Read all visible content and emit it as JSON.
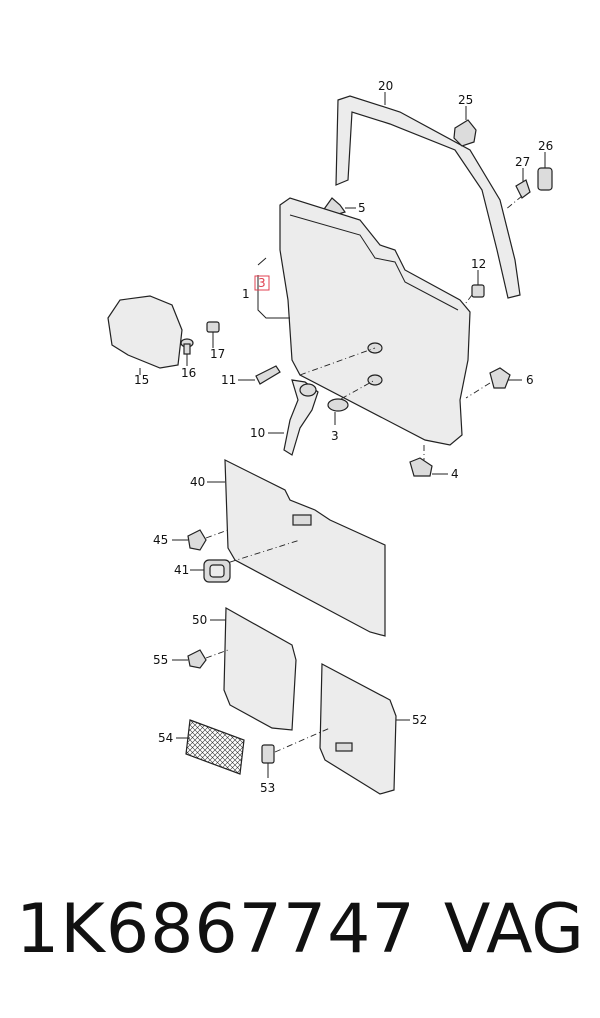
{
  "callouts": [
    {
      "id": "c20",
      "label": "20"
    },
    {
      "id": "c25",
      "label": "25"
    },
    {
      "id": "c26",
      "label": "26"
    },
    {
      "id": "c27",
      "label": "27"
    },
    {
      "id": "c5",
      "label": "5"
    },
    {
      "id": "c12",
      "label": "12"
    },
    {
      "id": "c1",
      "label": "1"
    },
    {
      "id": "c3box",
      "label": "3"
    },
    {
      "id": "c15",
      "label": "15"
    },
    {
      "id": "c16",
      "label": "16"
    },
    {
      "id": "c17",
      "label": "17"
    },
    {
      "id": "c11",
      "label": "11"
    },
    {
      "id": "c6",
      "label": "6"
    },
    {
      "id": "c10",
      "label": "10"
    },
    {
      "id": "c3",
      "label": "3"
    },
    {
      "id": "c4",
      "label": "4"
    },
    {
      "id": "c40",
      "label": "40"
    },
    {
      "id": "c45",
      "label": "45"
    },
    {
      "id": "c41",
      "label": "41"
    },
    {
      "id": "c50",
      "label": "50"
    },
    {
      "id": "c55",
      "label": "55"
    },
    {
      "id": "c52",
      "label": "52"
    },
    {
      "id": "c54",
      "label": "54"
    },
    {
      "id": "c53",
      "label": "53"
    }
  ],
  "highlight_color": "#e04050",
  "footer": {
    "part_number": "1K6867747",
    "brand": "VAG"
  }
}
